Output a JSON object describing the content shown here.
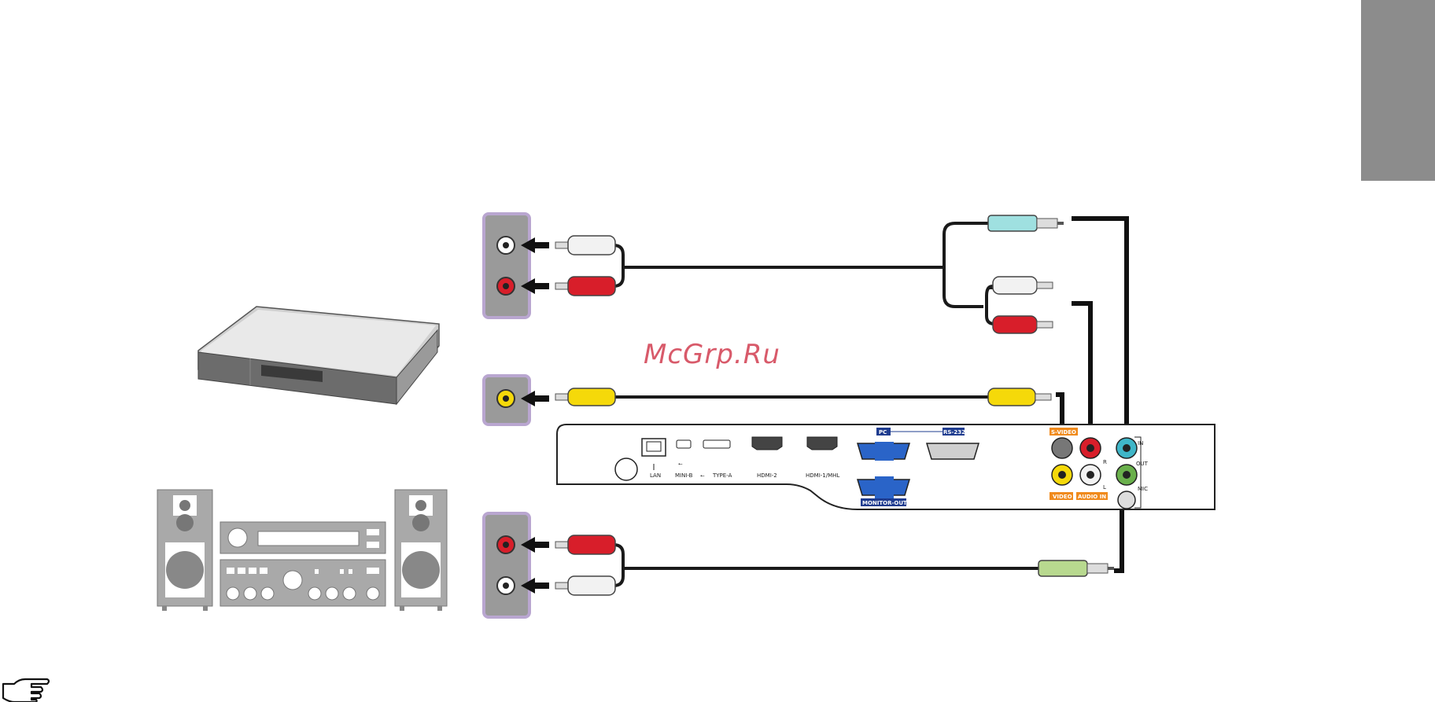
{
  "watermark": "McGrp.Ru",
  "projector_panel": {
    "port_labels": {
      "lan": "LAN",
      "mini_b": "MINI-B",
      "type_a": "TYPE-A",
      "hdmi2": "HDMI-2",
      "hdmi1": "HDMI-1/MHL",
      "pc": "PC",
      "rs232": "RS-232",
      "monitor_out": "MONITOR-OUT",
      "s_video": "S-VIDEO",
      "video": "VIDEO",
      "audio_in": "AUDIO IN",
      "r": "R",
      "l": "L",
      "in": "IN",
      "out": "OUT",
      "mic": "MIC"
    }
  },
  "colors": {
    "cable": "#1a1a1a",
    "device_frame": "#b9a6d0",
    "rca_red": "#d81e2a",
    "rca_white": "#f2f2f2",
    "rca_yellow": "#f5d90a",
    "jack_cyan": "#9fe0e0",
    "jack_green": "#b8d98f",
    "tab_gray": "#8c8c8c",
    "pc_tag": "#1f3c8f",
    "audio_tag": "#f08a1c"
  },
  "icons": {
    "note": "pointing-hand-icon",
    "player": "dvd-player-icon",
    "stereo": "hifi-stereo-icon"
  }
}
